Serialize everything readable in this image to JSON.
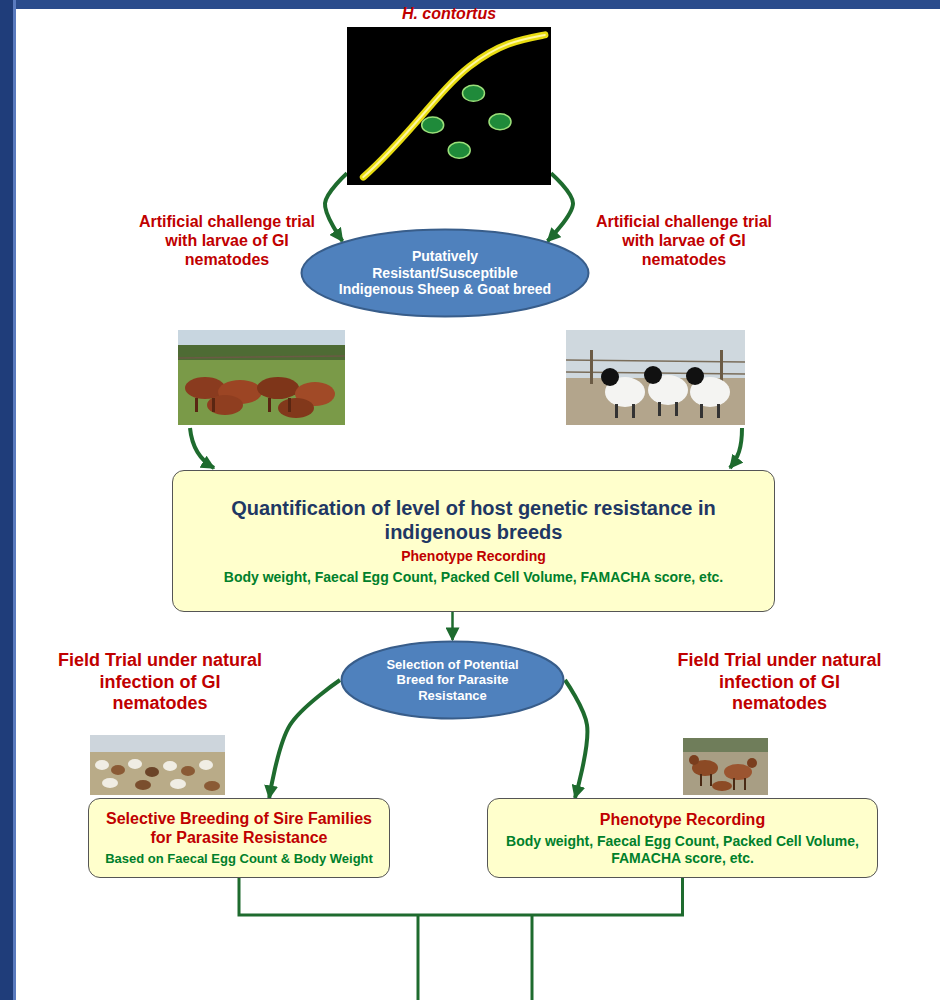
{
  "diagram": {
    "nodes": [
      {
        "text": [
          "H. contortus"
        ]
      },
      {
        "text": [
          "Putatively Resistant/Susceptible Indigenous Sheep & Goat breed"
        ]
      },
      {
        "text": [
          "Quantification of level of host genetic resistance in indigenous breeds",
          "Phenotype Recording",
          "Body weight, Faecal Egg Count, Packed Cell Volume, FAMACHA score, etc."
        ]
      },
      {
        "text": [
          "Selection of Potential Breed for Parasite Resistance"
        ]
      },
      {
        "text": [
          "Selective Breeding of Sire Families for Parasite Resistance",
          "Based on Faecal Egg Count & Body Weight"
        ]
      },
      {
        "text": [
          "Phenotype Recording",
          "Body weight, Faecal Egg Count, Packed Cell Volume, FAMACHA score, etc."
        ]
      }
    ],
    "edges": [
      {
        "from": 0,
        "to": 1,
        "arrow": "to"
      },
      {
        "from": 0,
        "to": 1,
        "arrow": "to"
      },
      {
        "from": 2,
        "to": 3,
        "arrow": "to"
      },
      {
        "from": 3,
        "to": 4,
        "arrow": "to"
      },
      {
        "from": 3,
        "to": 5,
        "arrow": "to"
      },
      {
        "from": 4,
        "to": 5,
        "arrow": "none"
      }
    ],
    "labels": [
      "Artificial challenge trial with larvae of GI nematodes",
      "Artificial challenge trial with larvae of GI nematodes",
      "Field Trial under natural infection of GI nematodes",
      "Field Trial under natural infection of GI nematodes"
    ]
  }
}
